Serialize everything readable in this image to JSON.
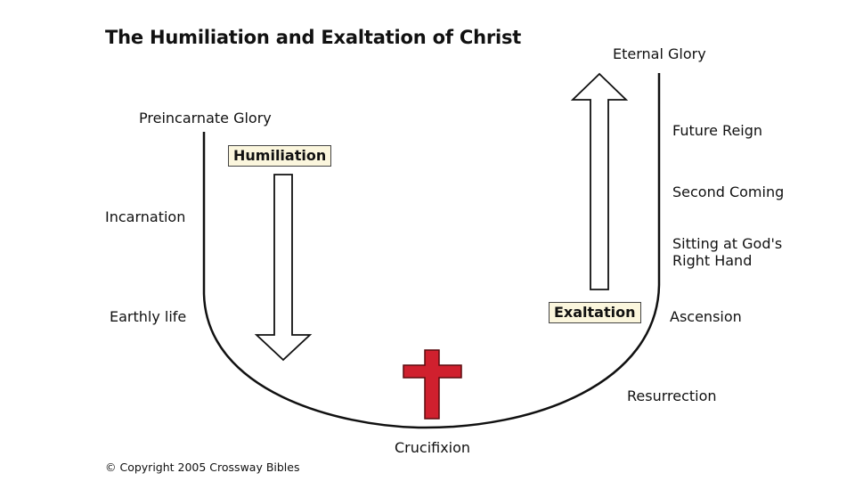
{
  "title": "The Humiliation and Exaltation of Christ",
  "labels": {
    "preincarnate_glory": "Preincarnate Glory",
    "incarnation": "Incarnation",
    "earthly_life": "Earthly life",
    "crucifixion": "Crucifixion",
    "resurrection": "Resurrection",
    "ascension": "Ascension",
    "sitting_line1": "Sitting at God's",
    "sitting_line2": "Right Hand",
    "second_coming": "Second Coming",
    "future_reign": "Future Reign",
    "eternal_glory": "Eternal Glory"
  },
  "boxes": {
    "humiliation": "Humiliation",
    "exaltation": "Exaltation"
  },
  "copyright": "© Copyright 2005 Crossway Bibles",
  "colors": {
    "cross": "#d0202e",
    "box_fill": "#fbf6dd",
    "line": "#111111"
  }
}
